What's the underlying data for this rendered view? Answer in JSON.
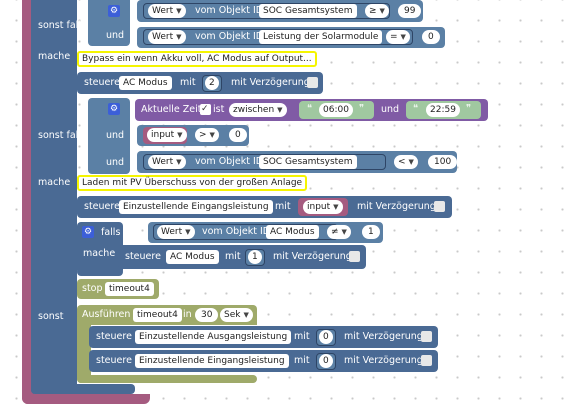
{
  "colors": {
    "control": "#4a6a94",
    "control_dark": "#2e4566",
    "logic": "#5b80a5",
    "timeout": "#9faa6a",
    "time": "#805ba5",
    "variable": "#a55b80",
    "outer": "#a55b80",
    "comment_border": "#f5f500"
  },
  "icons": {
    "settings": "gear-icon",
    "dropdown": "dropdown-arrow-icon",
    "checkbox": "checkbox-icon",
    "check": "checkmark-icon"
  },
  "row1": {
    "field": "Wert",
    "of_object": "vom Objekt ID",
    "object": "SOC Gesamtsystem",
    "op": "≥",
    "value": "99"
  },
  "row2": {
    "and": "und",
    "field": "Wert",
    "of_object": "vom Objekt ID",
    "object": "Leistung der Solarmodule",
    "op": "=",
    "value": "0"
  },
  "else_if_1": {
    "label": "sonst falls"
  },
  "do_1": {
    "label": "mache",
    "comment": "Bypass ein wenn Akku voll, AC Modus auf Output...",
    "control": {
      "verb": "steuere",
      "target": "AC Modus",
      "with": "mit",
      "value": "2",
      "delay": "mit Verzögerung"
    }
  },
  "else_if_2": {
    "label": "sonst falls",
    "time_block": {
      "label": "Aktuelle Zeit",
      "is": "ist",
      "range": "zwischen",
      "from": "06:00",
      "and": "und",
      "to": "22:59"
    },
    "input_cond": {
      "and": "und",
      "variable": "input",
      "op": ">",
      "value": "0"
    },
    "soc_cond": {
      "and": "und",
      "field": "Wert",
      "of_object": "vom Objekt ID",
      "object": "SOC Gesamtsystem",
      "op": "<",
      "value": "100"
    }
  },
  "do_2": {
    "label": "mache",
    "comment": "Laden mit PV Überschuss von der großen Anlage",
    "control": {
      "verb": "steuere",
      "target": "Einzustellende Eingangsleistung",
      "with": "mit",
      "variable": "input",
      "delay": "mit Verzögerung"
    },
    "if_block": {
      "if_label": "falls",
      "field": "Wert",
      "of_object": "vom Objekt ID",
      "object": "AC Modus",
      "op": "≠",
      "value": "1",
      "do_label": "mache",
      "control": {
        "verb": "steuere",
        "target": "AC Modus",
        "with": "mit",
        "value": "1",
        "delay": "mit Verzögerung"
      }
    },
    "stop": {
      "label": "stop",
      "timer": "timeout4"
    }
  },
  "else_block": {
    "label": "sonst",
    "run": {
      "label": "Ausführen",
      "timer": "timeout4",
      "in": "in",
      "value": "30",
      "unit": "Sek"
    },
    "control_out": {
      "verb": "steuere",
      "target": "Einzustellende Ausgangsleistung",
      "with": "mit",
      "value": "0",
      "delay": "mit Verzögerung"
    },
    "control_in": {
      "verb": "steuere",
      "target": "Einzustellende Eingangsleistung",
      "with": "mit",
      "value": "0",
      "delay": "mit Verzögerung"
    }
  }
}
